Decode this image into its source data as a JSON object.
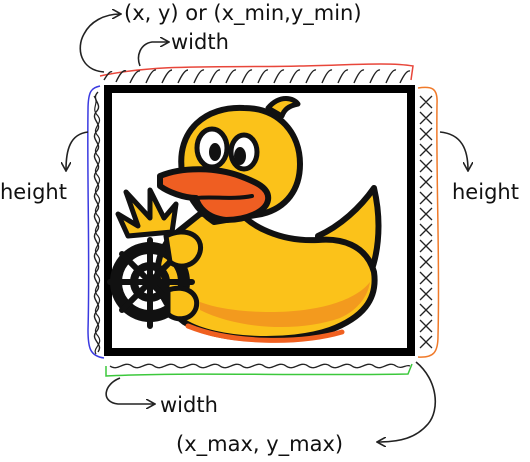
{
  "labels": {
    "top_left_corner": "(x, y) or (x_min,y_min)",
    "top_width": "width",
    "left_height": "height",
    "right_height": "height",
    "bottom_width": "width",
    "bottom_right_corner": "(x_max, y_max)"
  },
  "illustration": {
    "subject": "rubber duck with ship steering wheel",
    "frame_color": "#000000"
  },
  "edge_colors": {
    "top": "#e8463a",
    "left": "#3a3ae0",
    "right": "#f07a2a",
    "bottom": "#3cc83c",
    "arrows": "#222222"
  },
  "duck_colors": {
    "body": "#fbc21a",
    "shadow": "#f39a1e",
    "beak": "#ef5e22",
    "belly_stripe": "#f06020",
    "outline": "#111111"
  }
}
